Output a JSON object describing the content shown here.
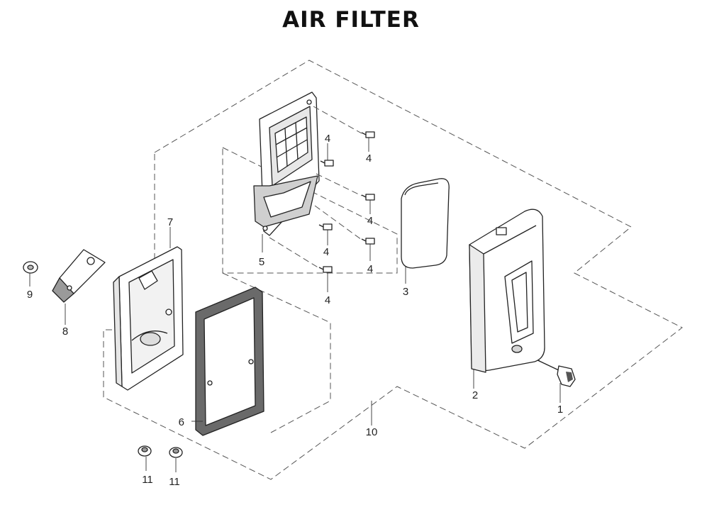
{
  "title": "AIR FILTER",
  "callouts": {
    "c1": "1",
    "c2": "2",
    "c3": "3",
    "c4a": "4",
    "c4b": "4",
    "c4c": "4",
    "c4d": "4",
    "c4e": "4",
    "c4f": "4",
    "c5": "5",
    "c6": "6",
    "c7": "7",
    "c8": "8",
    "c9": "9",
    "c10": "10",
    "c11a": "11",
    "c11b": "11"
  },
  "parts": [
    {
      "ref": "1",
      "icon": "knob-bolt-icon"
    },
    {
      "ref": "2",
      "icon": "air-cleaner-cover-icon"
    },
    {
      "ref": "3",
      "icon": "filter-element-icon"
    },
    {
      "ref": "4",
      "icon": "screw-icon"
    },
    {
      "ref": "5",
      "icon": "filter-case-icon"
    },
    {
      "ref": "6",
      "icon": "gasket-icon"
    },
    {
      "ref": "7",
      "icon": "air-cleaner-base-icon"
    },
    {
      "ref": "8",
      "icon": "bracket-icon"
    },
    {
      "ref": "9",
      "icon": "nut-icon"
    },
    {
      "ref": "10",
      "icon": "assembly-outline"
    },
    {
      "ref": "11",
      "icon": "flange-nut-icon"
    }
  ]
}
